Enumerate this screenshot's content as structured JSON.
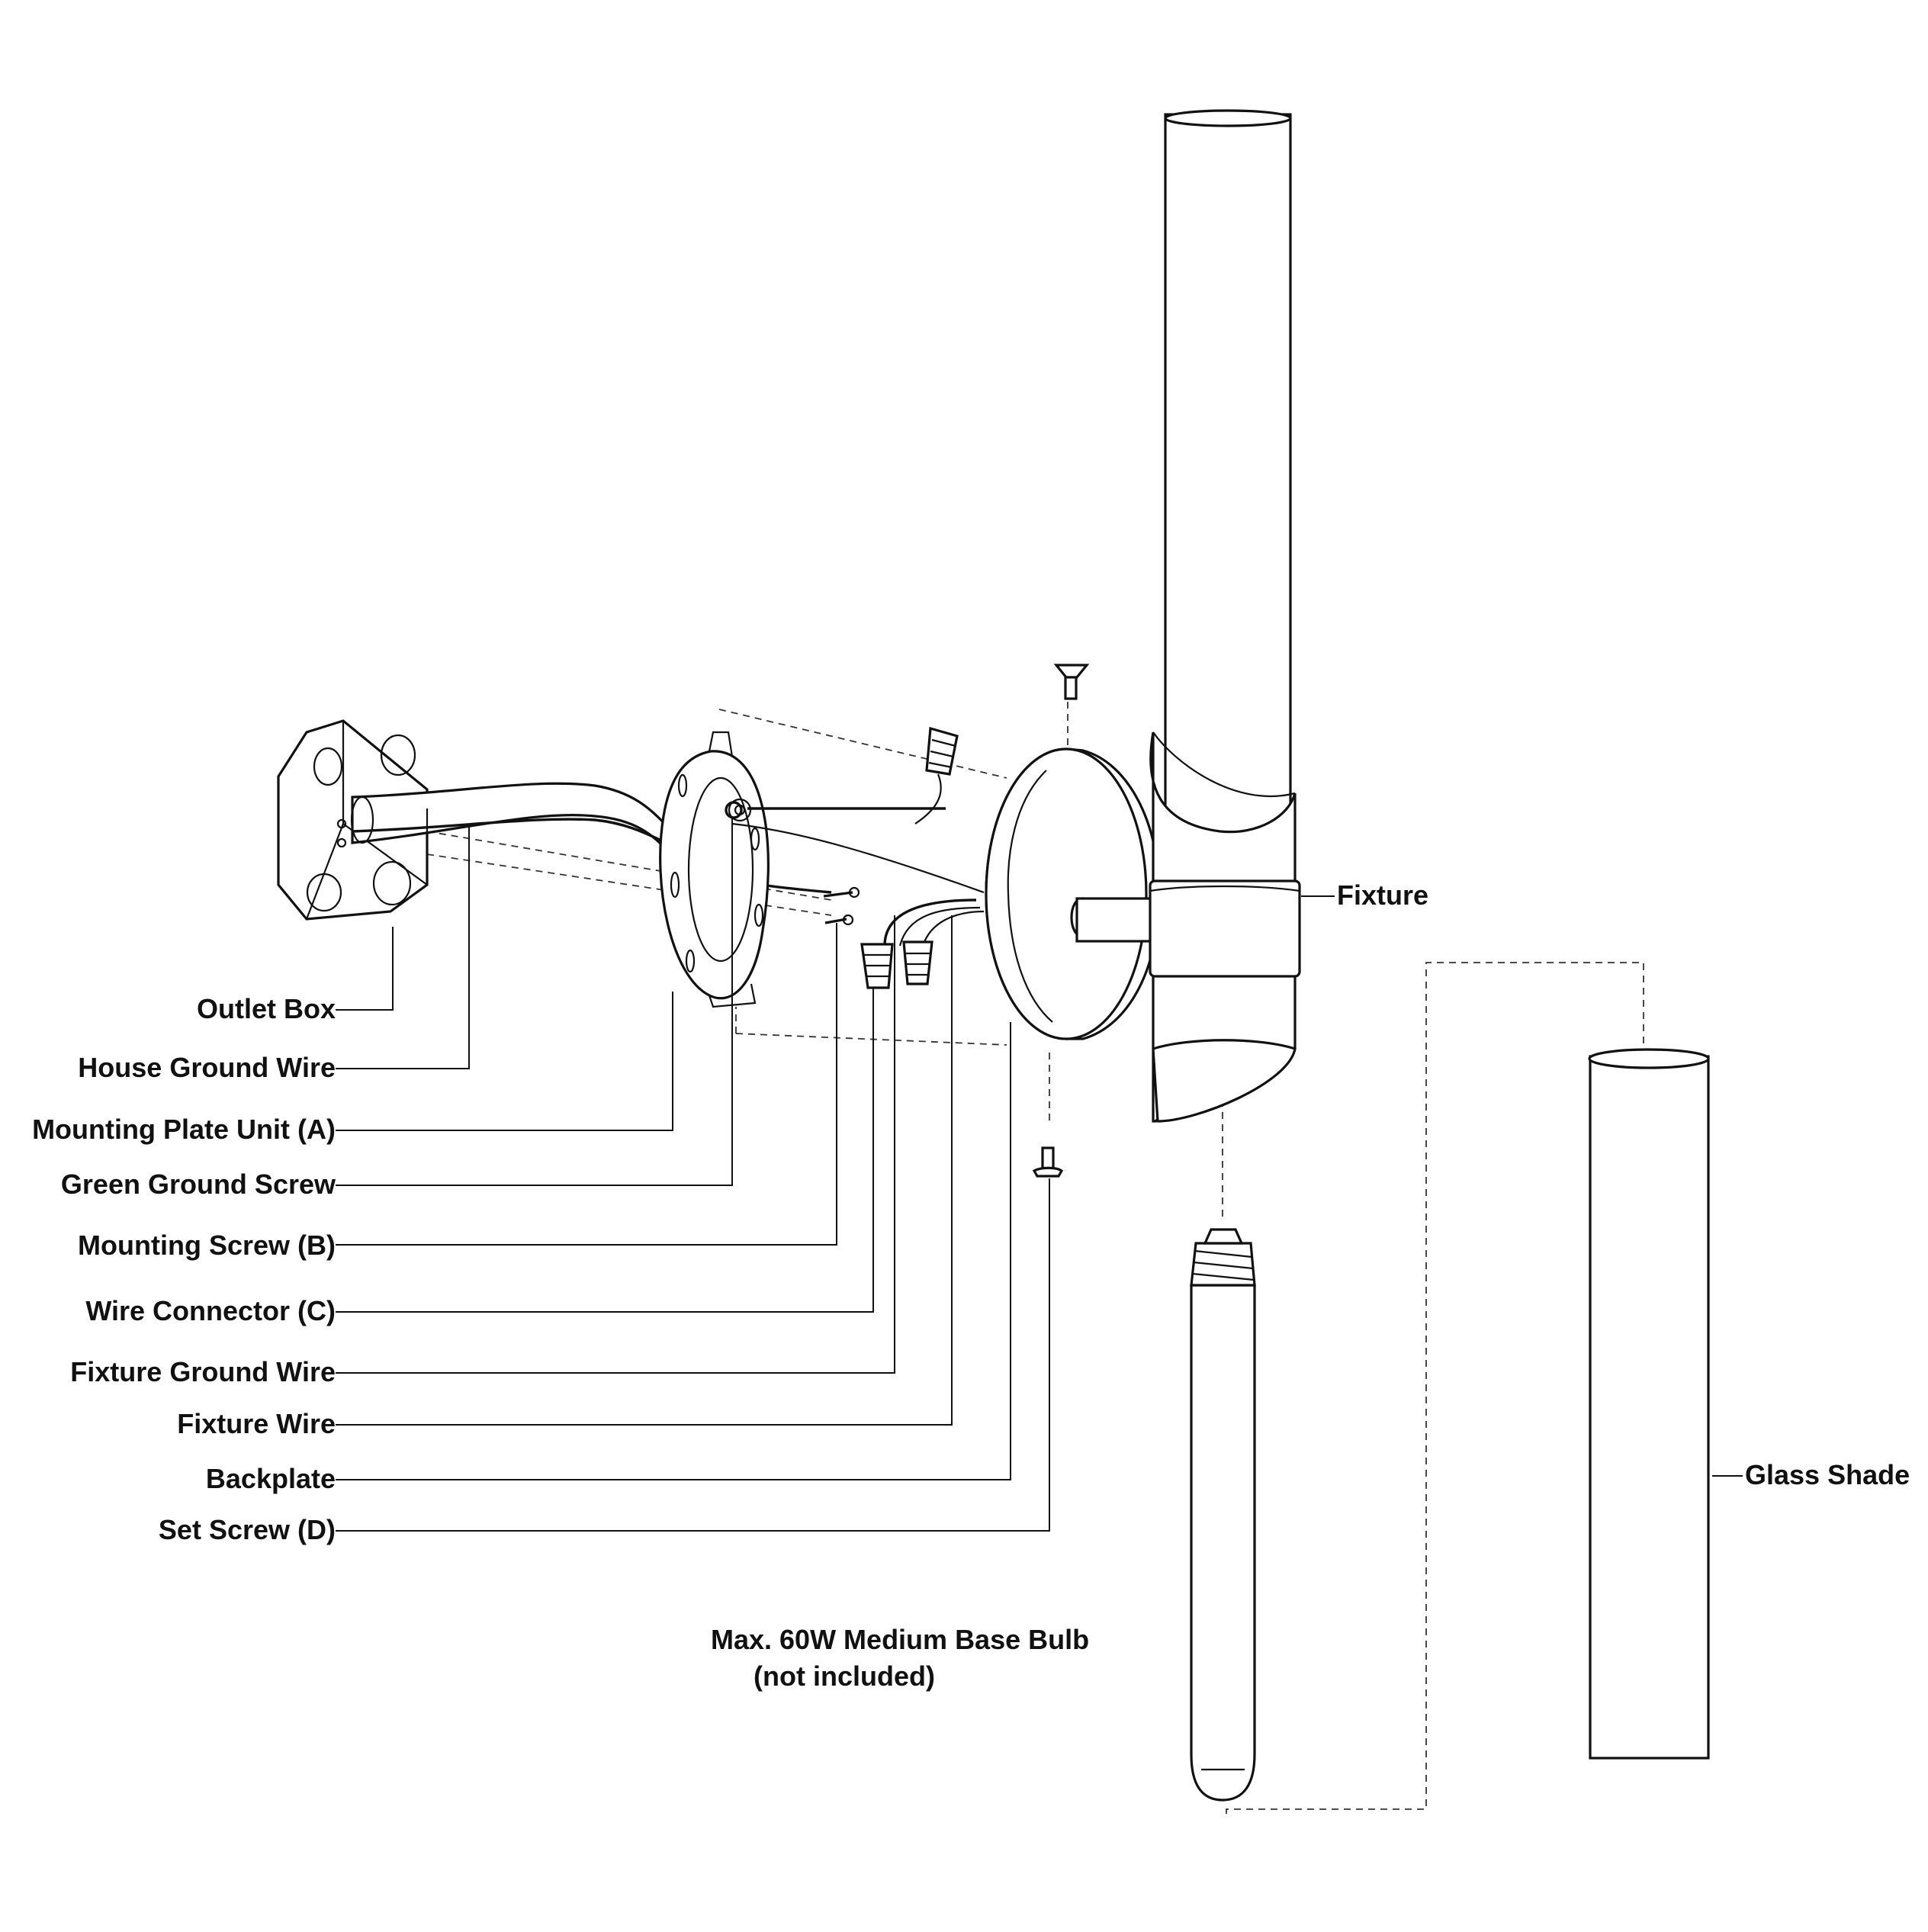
{
  "labels": {
    "outlet_box": "Outlet Box",
    "house_ground_wire": "House Ground Wire",
    "mounting_plate_unit": "Mounting Plate Unit (A)",
    "green_ground_screw": "Green Ground Screw",
    "mounting_screw": "Mounting Screw (B)",
    "wire_connector": "Wire Connector (C)",
    "fixture_ground_wire": "Fixture Ground Wire",
    "fixture_wire": "Fixture Wire",
    "backplate": "Backplate",
    "set_screw": "Set Screw (D)",
    "fixture": "Fixture",
    "glass_shade": "Glass Shade"
  },
  "bulb_note": {
    "line1": "Max. 60W Medium Base Bulb",
    "line2": "(not included)"
  }
}
